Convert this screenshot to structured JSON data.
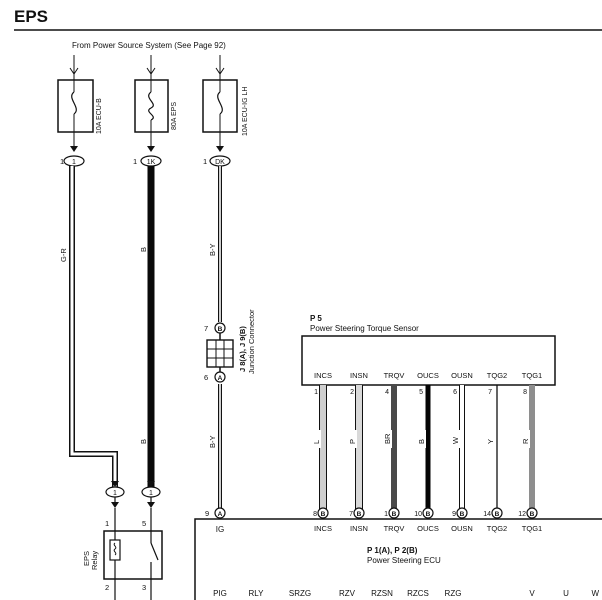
{
  "page": {
    "title": "EPS"
  },
  "source_note": "From Power Source System (See Page 92)",
  "fuses": [
    {
      "name": "10A ECU-B",
      "pin": "1",
      "terminal": "1",
      "wire": "G-R"
    },
    {
      "name": "80A EPS",
      "pin": "1",
      "terminal": "1K",
      "wire": "B"
    },
    {
      "name": "10A ECU-IG LH",
      "pin": "1",
      "terminal": "DK",
      "wire": "B-Y"
    }
  ],
  "junction": {
    "name": "J 8(A), J 9(B)",
    "desc": "Junction Connector",
    "pin_top": "7",
    "term_top": "B",
    "pin_bottom": "6",
    "term_bottom": "A",
    "wire_below": "B-Y",
    "wire_ecu1": "B"
  },
  "lower_terminals": {
    "t1": "1",
    "t2": "1"
  },
  "relay": {
    "label1": "EPS",
    "label2": "Relay",
    "pins": [
      "1",
      "5",
      "2",
      "3"
    ]
  },
  "sensor": {
    "code": "P 5",
    "name": "Power Steering Torque Sensor",
    "pins": [
      {
        "label": "INCS",
        "num": "1",
        "wire": "L"
      },
      {
        "label": "INSN",
        "num": "2",
        "wire": "P"
      },
      {
        "label": "TRQV",
        "num": "4",
        "wire": "BR"
      },
      {
        "label": "OUCS",
        "num": "5",
        "wire": "B"
      },
      {
        "label": "OUSN",
        "num": "6",
        "wire": "W"
      },
      {
        "label": "TQG2",
        "num": "7",
        "wire": "Y"
      },
      {
        "label": "TQG1",
        "num": "8",
        "wire": "R"
      }
    ]
  },
  "ecu": {
    "code": "P 1(A), P 2(B)",
    "name": "Power Steering ECU",
    "ig": {
      "pin": "9",
      "term": "A",
      "label": "IG"
    },
    "pins": [
      {
        "pin": "8",
        "term": "B",
        "label": "INCS"
      },
      {
        "pin": "7",
        "term": "B",
        "label": "INSN"
      },
      {
        "pin": "1",
        "term": "B",
        "label": "TRQV"
      },
      {
        "pin": "10",
        "term": "B",
        "label": "OUCS"
      },
      {
        "pin": "9",
        "term": "B",
        "label": "OUSN"
      },
      {
        "pin": "14",
        "term": "B",
        "label": "TQG2"
      },
      {
        "pin": "12",
        "term": "B",
        "label": "TQG1"
      }
    ],
    "bottom_labels": [
      "PIG",
      "RLY",
      "SRZG",
      "RZV",
      "RZSN",
      "RZCS",
      "RZG",
      "V",
      "U",
      "W"
    ]
  },
  "colors": {
    "ink": "#111111",
    "wire_dark": "#0a0a0a",
    "wire_gray": "#bdbdbd",
    "wire_brown": "#5a5a5a",
    "wire_red": "#8c8c8c"
  }
}
